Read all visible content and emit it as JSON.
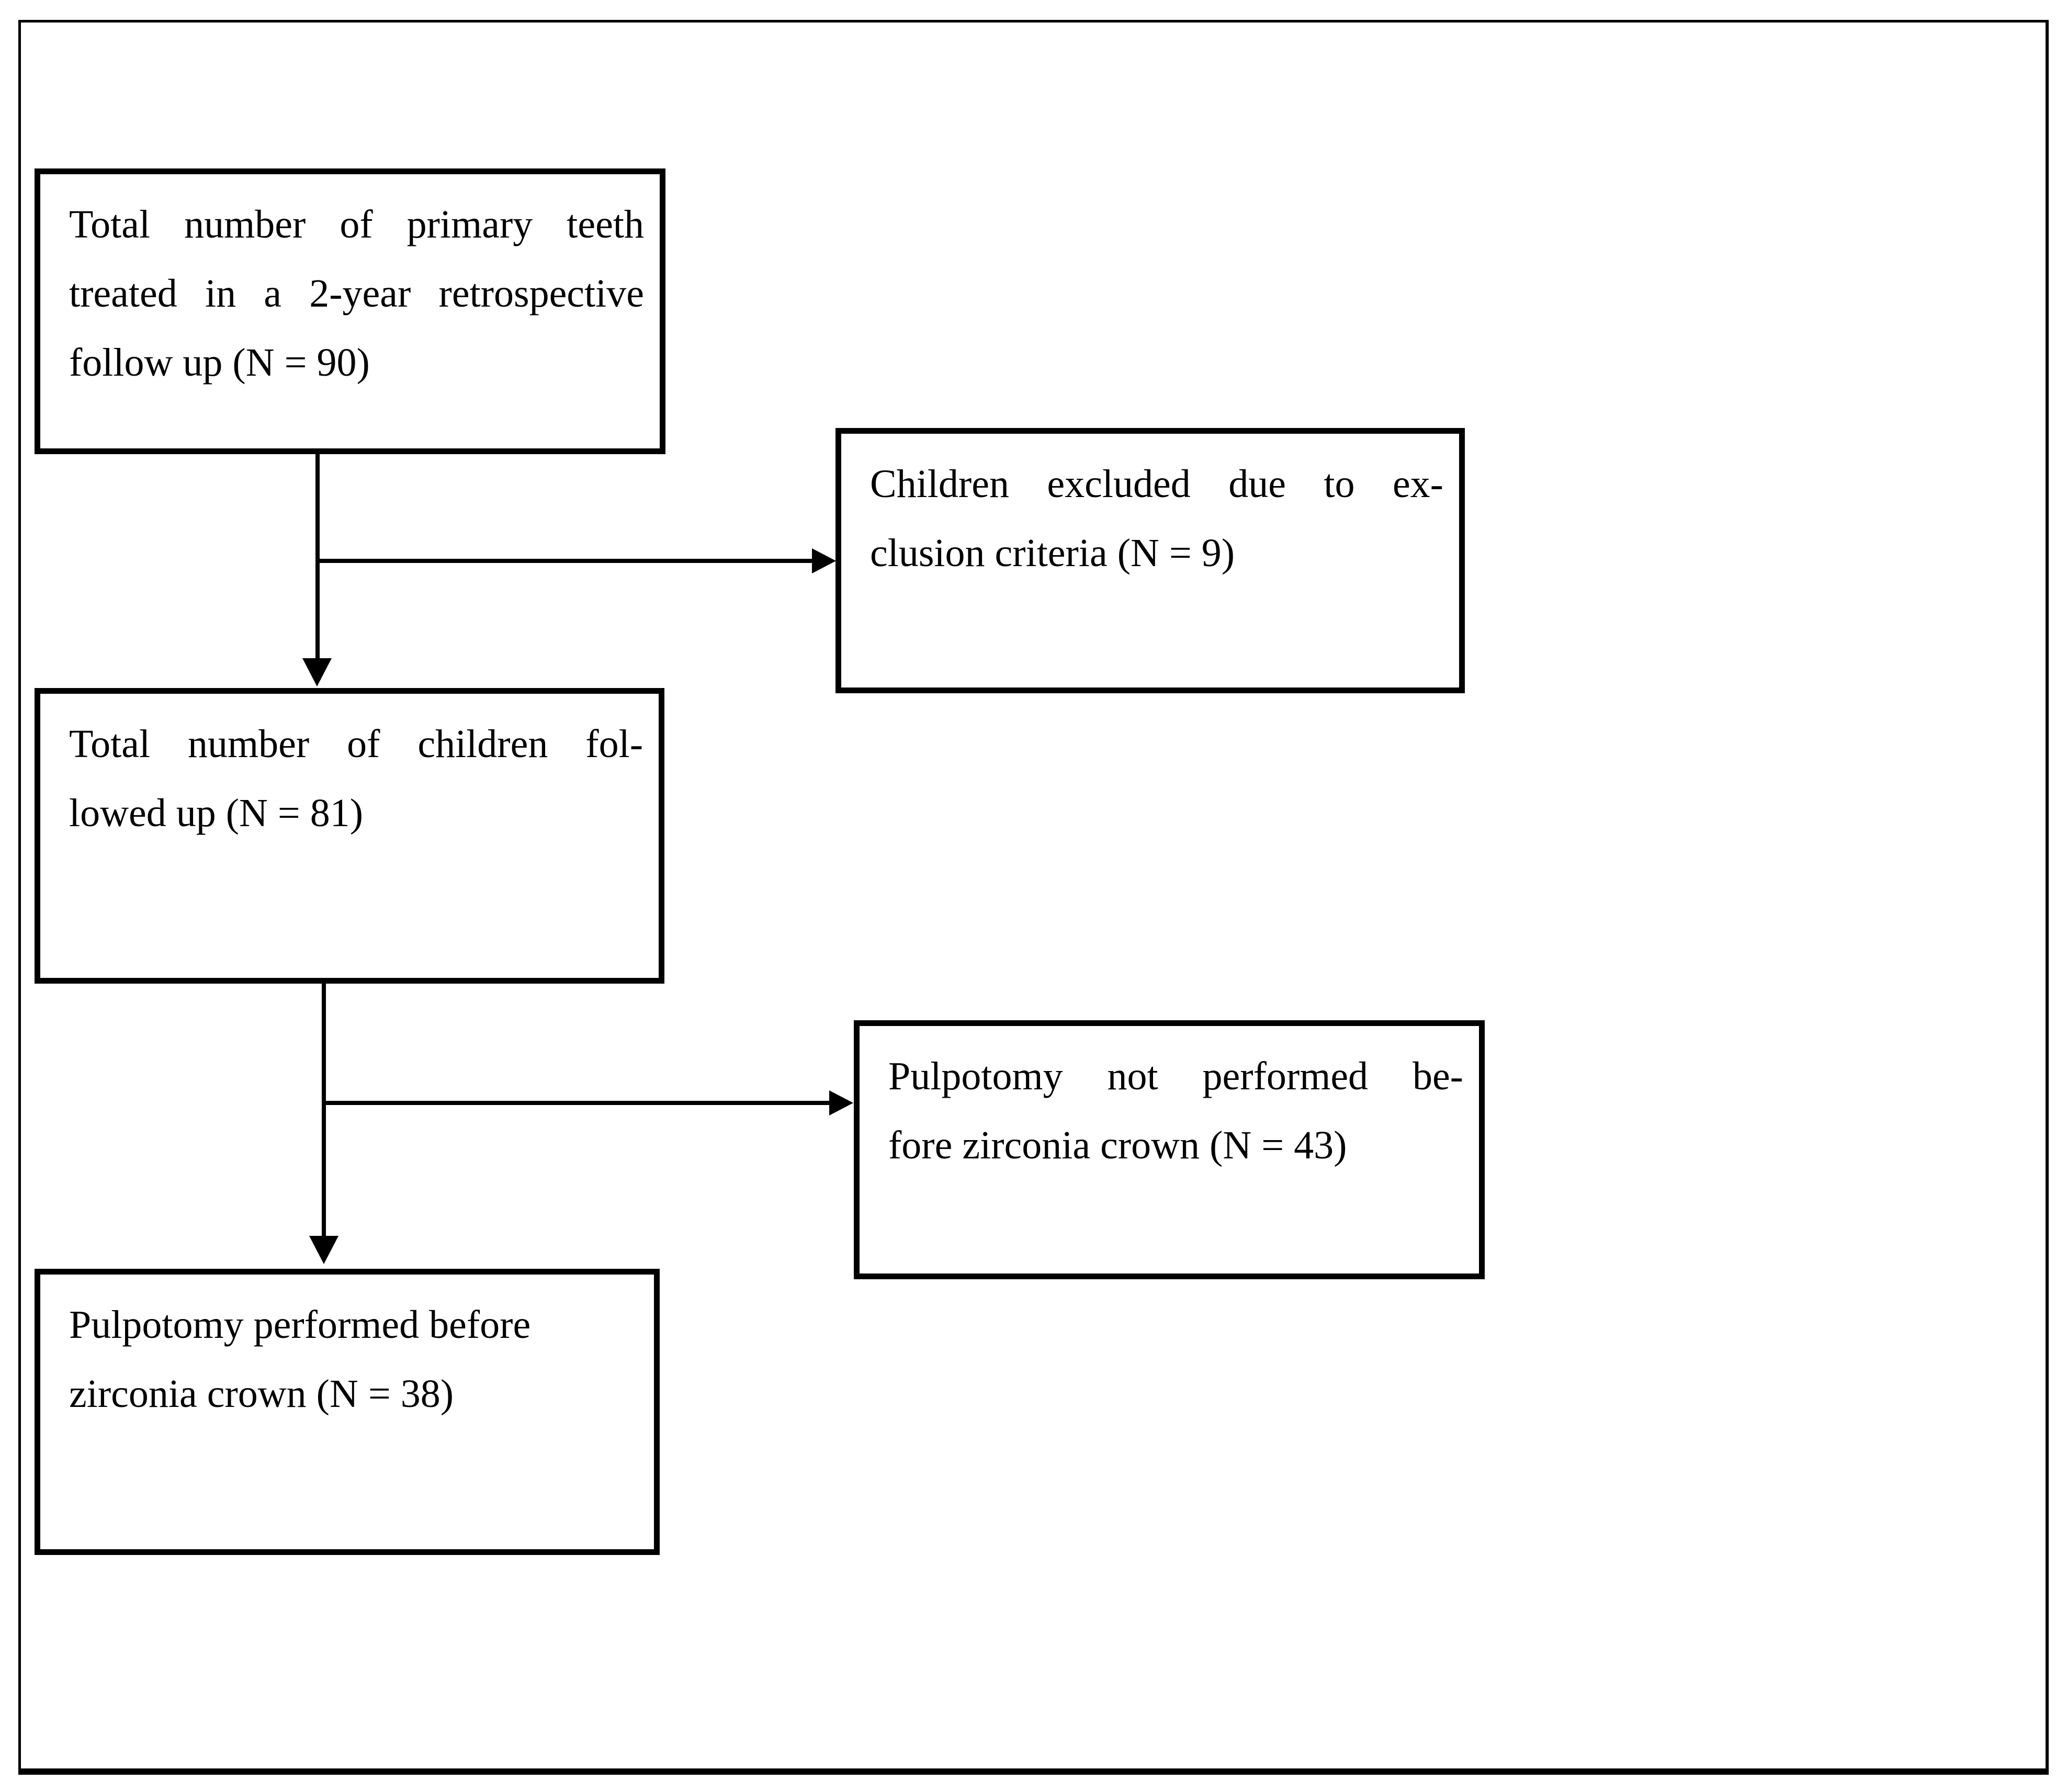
{
  "figure": {
    "type": "flowchart",
    "background": "#ffffff",
    "line_color": "#000000",
    "box_fill": "#ffffff"
  },
  "nodes": [
    {
      "id": "total-primary-teeth",
      "n": 90,
      "label": "Total number of primary teeth treated in a 2-year retrospective follow up (N = 90)",
      "lines": [
        "Total number of primary teeth",
        "treated in a 2-year retrospective",
        "follow up (N = 90)"
      ]
    },
    {
      "id": "children-excluded",
      "n": 9,
      "label": "Children excluded due to exclusion criteria (N = 9)",
      "lines": [
        "Children excluded due to ex-",
        "clusion criteria (N = 9)"
      ]
    },
    {
      "id": "children-followed-up",
      "n": 81,
      "label": "Total number of children followed up (N = 81)",
      "lines": [
        "Total number of children fol-",
        "lowed up (N = 81)"
      ]
    },
    {
      "id": "pulpotomy-not-performed",
      "n": 43,
      "label": "Pulpotomy not performed before zirconia crown (N = 43)",
      "lines": [
        "Pulpotomy not performed be-",
        "fore zirconia crown (N = 43)"
      ]
    },
    {
      "id": "pulpotomy-performed",
      "n": 38,
      "label": "Pulpotomy performed before zirconia crown (N = 38)",
      "lines": [
        "Pulpotomy performed before",
        "zirconia crown (N = 38)"
      ]
    }
  ],
  "edges": [
    {
      "from": "total-primary-teeth",
      "to": "children-followed-up",
      "style": "arrow-down"
    },
    {
      "from": "total-primary-teeth",
      "to": "children-excluded",
      "style": "arrow-right"
    },
    {
      "from": "children-followed-up",
      "to": "pulpotomy-performed",
      "style": "arrow-down"
    },
    {
      "from": "children-followed-up",
      "to": "pulpotomy-not-performed",
      "style": "arrow-right"
    }
  ]
}
